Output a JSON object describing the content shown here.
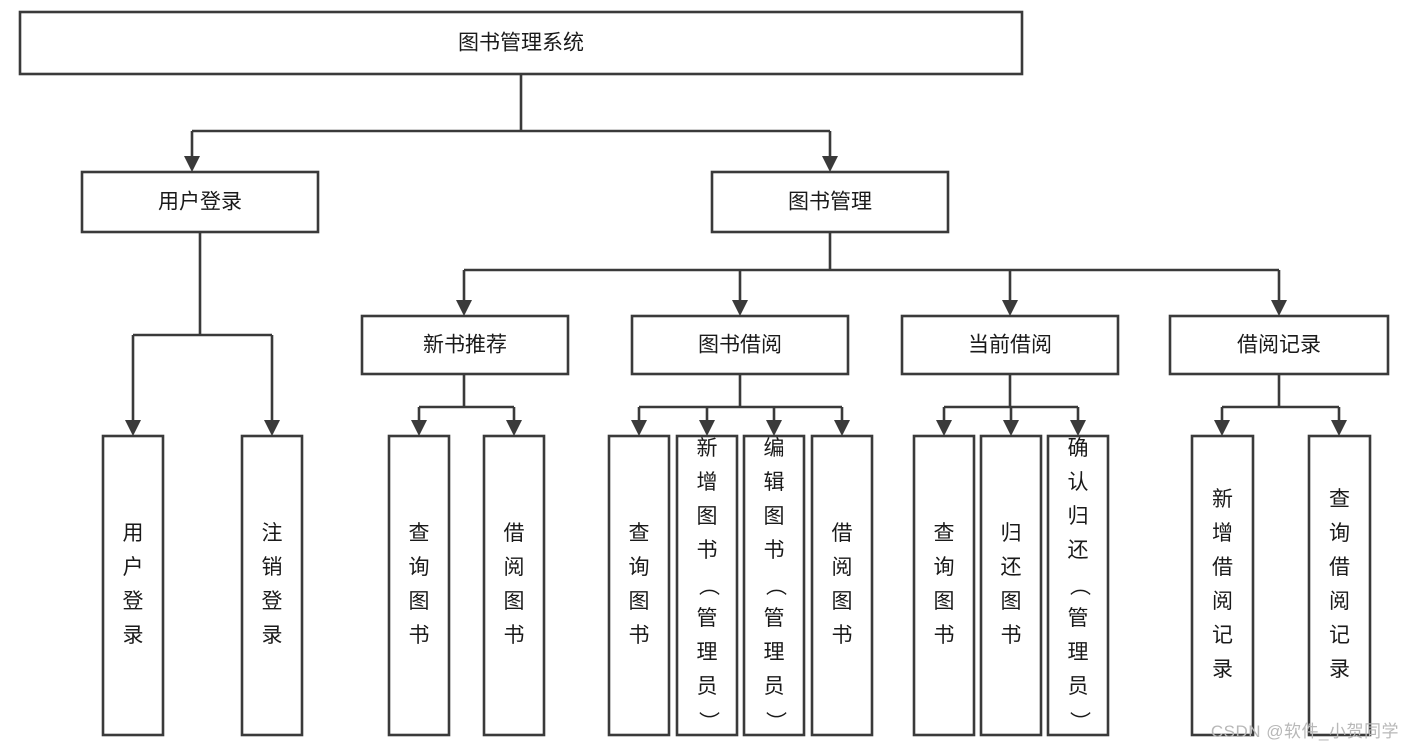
{
  "diagram": {
    "title": "图书管理系统",
    "type": "hierarchy-tree",
    "watermark": "CSDN @软件_小贺同学",
    "root": {
      "id": "root",
      "label": "图书管理系统",
      "orientation": "horizontal"
    },
    "level1": [
      {
        "id": "user-login",
        "label": "用户登录",
        "orientation": "horizontal"
      },
      {
        "id": "book-management",
        "label": "图书管理",
        "orientation": "horizontal"
      }
    ],
    "level2": [
      {
        "id": "new-book-recommend",
        "label": "新书推荐",
        "parent": "book-management",
        "orientation": "horizontal"
      },
      {
        "id": "book-borrow",
        "label": "图书借阅",
        "parent": "book-management",
        "orientation": "horizontal"
      },
      {
        "id": "current-borrow",
        "label": "当前借阅",
        "parent": "book-management",
        "orientation": "horizontal"
      },
      {
        "id": "borrow-record",
        "label": "借阅记录",
        "parent": "book-management",
        "orientation": "horizontal"
      }
    ],
    "leaves": [
      {
        "id": "leaf-user-login",
        "label": "用户登录",
        "parent": "user-login",
        "orientation": "vertical"
      },
      {
        "id": "leaf-logout",
        "label": "注销登录",
        "parent": "user-login",
        "orientation": "vertical"
      },
      {
        "id": "leaf-query-book-1",
        "label": "查询图书",
        "parent": "new-book-recommend",
        "orientation": "vertical"
      },
      {
        "id": "leaf-borrow-book-1",
        "label": "借阅图书",
        "parent": "new-book-recommend",
        "orientation": "vertical"
      },
      {
        "id": "leaf-query-book-2",
        "label": "查询图书",
        "parent": "book-borrow",
        "orientation": "vertical"
      },
      {
        "id": "leaf-add-book",
        "label": "新增图书（管理员）",
        "parent": "book-borrow",
        "orientation": "vertical"
      },
      {
        "id": "leaf-edit-book",
        "label": "编辑图书（管理员）",
        "parent": "book-borrow",
        "orientation": "vertical"
      },
      {
        "id": "leaf-borrow-book-2",
        "label": "借阅图书",
        "parent": "book-borrow",
        "orientation": "vertical"
      },
      {
        "id": "leaf-query-book-3",
        "label": "查询图书",
        "parent": "current-borrow",
        "orientation": "vertical"
      },
      {
        "id": "leaf-return-book",
        "label": "归还图书",
        "parent": "current-borrow",
        "orientation": "vertical"
      },
      {
        "id": "leaf-confirm-return",
        "label": "确认归还（管理员）",
        "parent": "current-borrow",
        "orientation": "vertical"
      },
      {
        "id": "leaf-add-record",
        "label": "新增借阅记录",
        "parent": "borrow-record",
        "orientation": "vertical"
      },
      {
        "id": "leaf-query-record",
        "label": "查询借阅记录",
        "parent": "borrow-record",
        "orientation": "vertical"
      }
    ],
    "colors": {
      "box_fill": "#ffffff",
      "box_stroke": "#3a3a3a",
      "text": "#1a1a1a",
      "background": "#ffffff",
      "watermark": "#b8b8b8"
    }
  }
}
